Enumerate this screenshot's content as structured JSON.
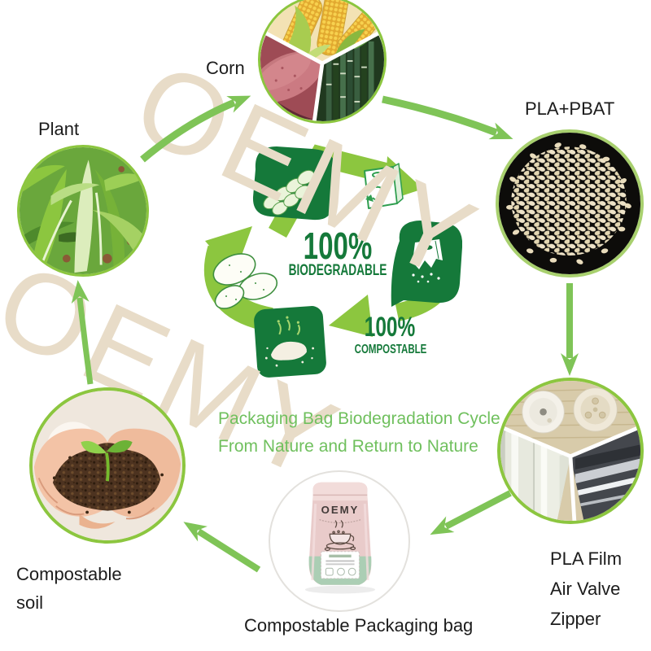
{
  "watermark": {
    "text": "OEMY",
    "color": "#e8dcc8"
  },
  "labels": {
    "plant": "Plant",
    "corn": "Corn",
    "pellets": "PLA+PBAT",
    "soil_line1": "Compostable",
    "soil_line2": "soil",
    "film_line1": "PLA Film",
    "film_line2": "Air Valve",
    "film_line3": "Zipper",
    "bag": "Compostable Packaging bag"
  },
  "center_graphic": {
    "badge1_value": "100%",
    "badge1_label": "BIODEGRADABLE",
    "badge2_value": "100%",
    "badge2_label": "COMPOSTABLE"
  },
  "caption": {
    "line1": "Packaging Bag Biodegradation Cycle",
    "line2": "From Nature and Return to Nature",
    "color": "#70c05e"
  },
  "pouch": {
    "brand": "OEMY"
  },
  "colors": {
    "arrow_green": "#7fc457",
    "light_green": "#8cc63f",
    "dark_green": "#15793a",
    "caption_green": "#70c05e",
    "watermark_beige": "#e8dcc8"
  }
}
